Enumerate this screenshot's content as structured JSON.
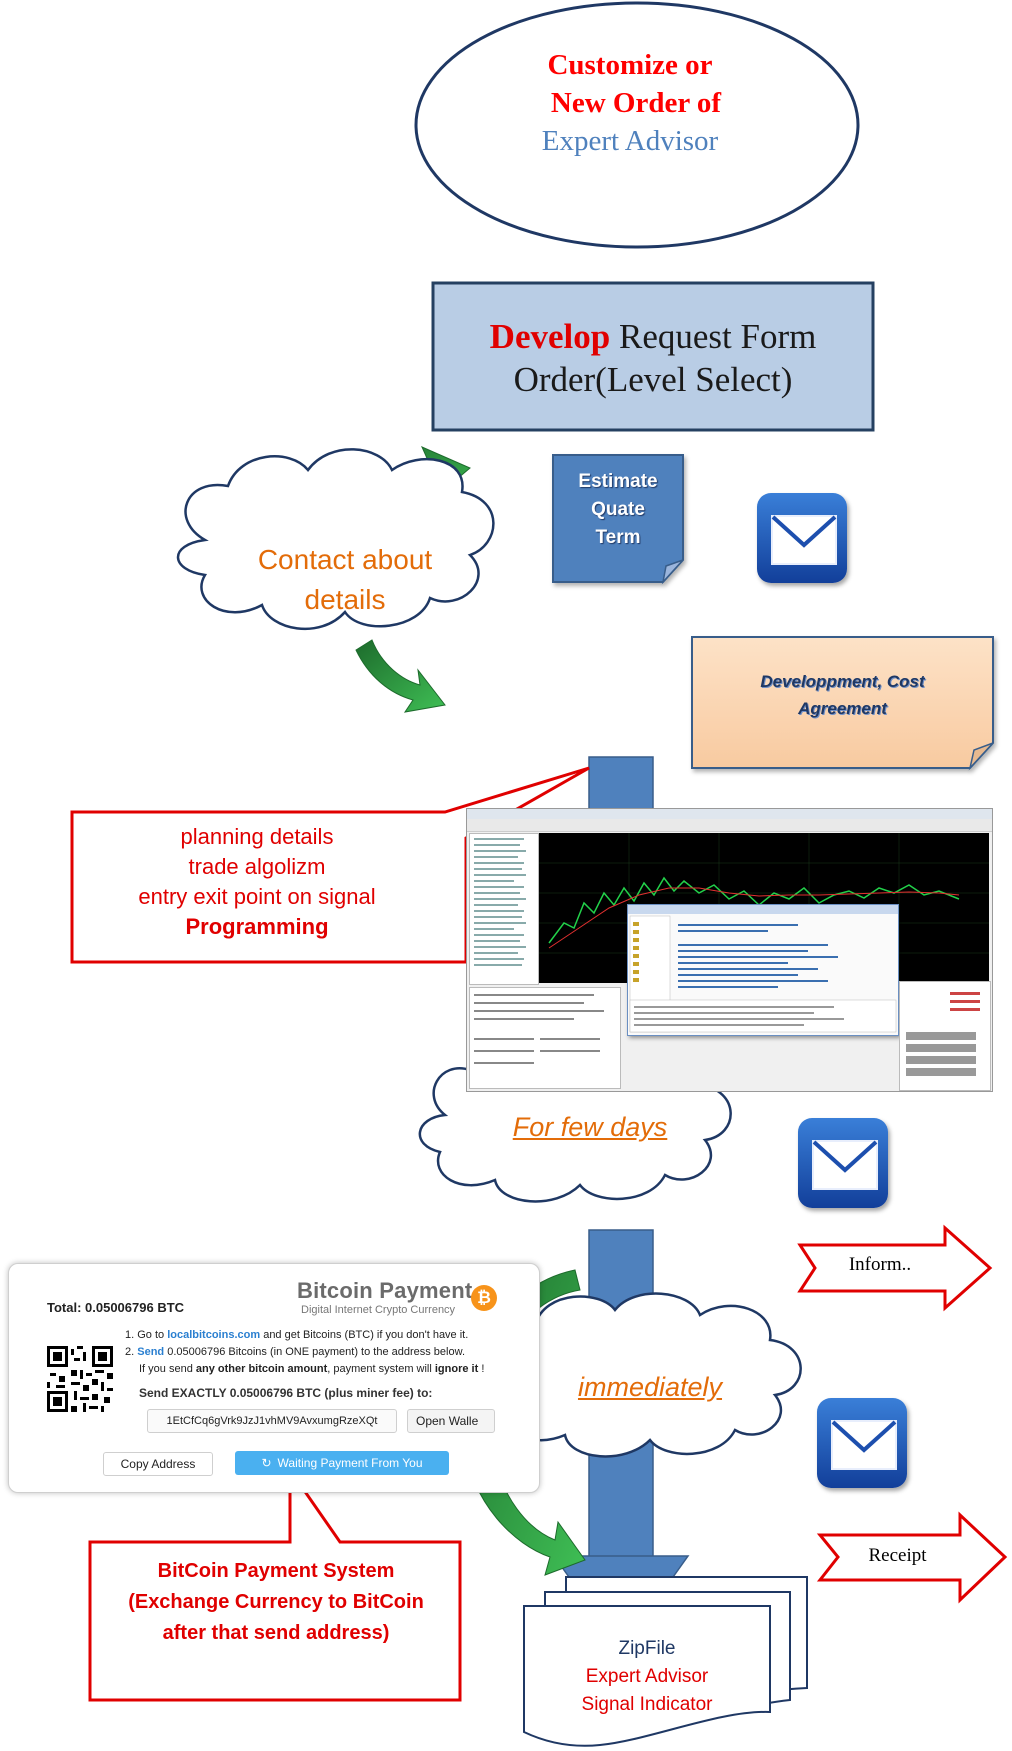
{
  "oval": {
    "line1": "Customize or",
    "line2": "New Order of",
    "line3": "Expert Advisor"
  },
  "develop_box": {
    "word": "Develop",
    "rest1": " Request Form",
    "line2": "Order(Level Select)"
  },
  "estimate_note": {
    "line1": "Estimate",
    "line2": "Quate",
    "line3": "Term"
  },
  "contact_cloud": {
    "line1": "Contact about",
    "line2": "details"
  },
  "agreement_note": {
    "line1": "Developpment, Cost",
    "line2": "Agreement"
  },
  "planning_callout": {
    "line1": "planning details",
    "line2": "trade algolizm",
    "line3": "entry exit point on signal",
    "line4": "Programming"
  },
  "days_cloud": {
    "text": "For few days"
  },
  "immediately_cloud": {
    "text": "immediately"
  },
  "inform_arrow": {
    "text": "Inform.."
  },
  "receipt_arrow": {
    "text": "Receipt"
  },
  "btc_panel": {
    "total": "Total: 0.05006796 BTC",
    "brand": "Bitcoin Payment",
    "brand_sub": "Digital Internet Crypto Currency",
    "step1_num": "1.",
    "step1_pre": "Go to ",
    "step1_link": "localbitcoins.com",
    "step1_post": " and get Bitcoins (BTC) if you don't have it.",
    "step2_num": "2.",
    "step2_link": "Send",
    "step2_post": " 0.05006796 Bitcoins (in ONE payment) to the address below.",
    "warn_pre": "If you send ",
    "warn_b1": "any other bitcoin amount",
    "warn_mid": ", payment system will ",
    "warn_b2": "ignore it",
    "warn_post": " !",
    "exact": "Send EXACTLY 0.05006796 BTC (plus miner fee) to:",
    "address": "1EtCfCq6gVrk9JzJ1vhMV9AvxumgRzeXQt",
    "open_wallet": "Open Walle",
    "copy_address": "Copy Address",
    "waiting": "Waiting Payment From You"
  },
  "btc_callout": {
    "line1": "BitCoin Payment System",
    "line2": "(Exchange Currency to BitCoin",
    "line3": "after that send address)"
  },
  "zip_doc": {
    "line1": "ZipFile",
    "line2": "Expert Advisor",
    "line3": "Signal Indicator"
  },
  "colors": {
    "red": "#ff0000",
    "orange": "#e36c09",
    "blue_text": "#4f81bd",
    "box_fill": "#b9cde5",
    "box_border": "#254061",
    "arrow_blue": "#4f81bd",
    "green": "#00b050"
  }
}
